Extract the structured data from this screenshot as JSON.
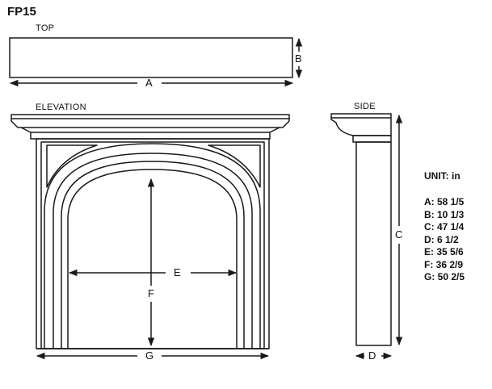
{
  "title": "FP15",
  "views": {
    "top": "TOP",
    "elevation": "ELEVATION",
    "side": "SIDE"
  },
  "dimension_labels": {
    "A": "A",
    "B": "B",
    "C": "C",
    "D": "D",
    "E": "E",
    "F": "F",
    "G": "G"
  },
  "unit_label": "UNIT: in",
  "dimensions": [
    {
      "letter": "A",
      "text": "A: 58 1/5"
    },
    {
      "letter": "B",
      "text": "B: 10 1/3"
    },
    {
      "letter": "C",
      "text": "C: 47 1/4"
    },
    {
      "letter": "D",
      "text": "D: 6 1/2"
    },
    {
      "letter": "E",
      "text": "E: 35 5/6"
    },
    {
      "letter": "F",
      "text": "F: 36 2/9"
    },
    {
      "letter": "G",
      "text": "G: 50 2/5"
    }
  ],
  "colors": {
    "line": "#1a1a1a",
    "background": "#ffffff"
  }
}
